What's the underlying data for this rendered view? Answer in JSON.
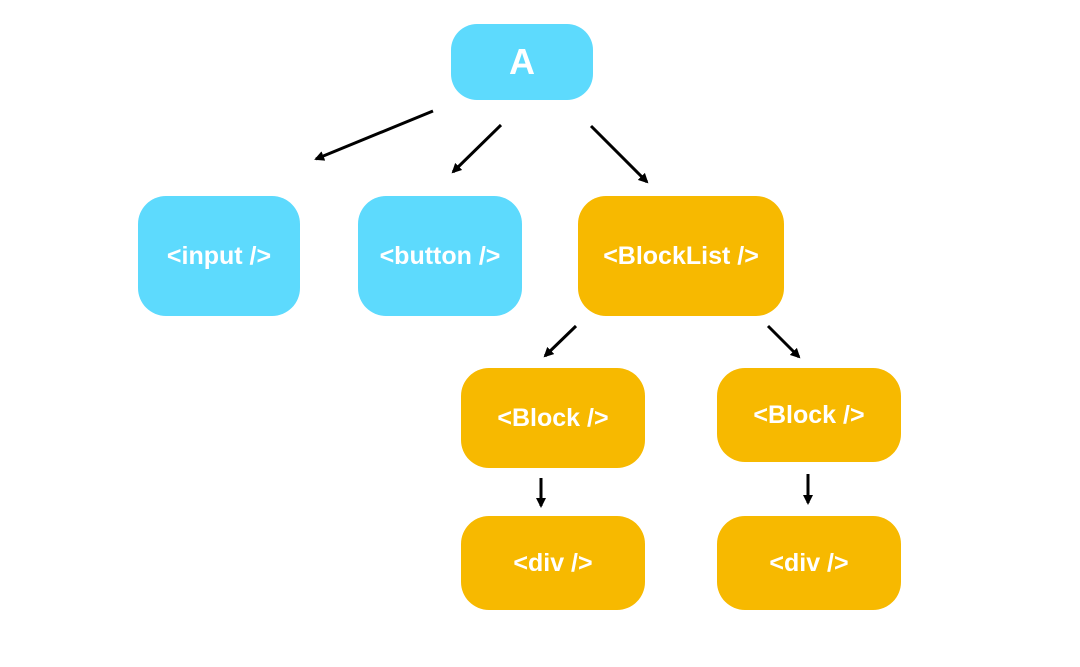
{
  "colors": {
    "component_blue": "#5ddafd",
    "component_orange": "#f7b900",
    "arrow": "#000000"
  },
  "nodes": {
    "root": "A",
    "input": "<input />",
    "button": "<button />",
    "blocklist": "<BlockList />",
    "block_left": "<Block />",
    "block_right": "<Block />",
    "div_left": "<div />",
    "div_right": "<div />"
  }
}
